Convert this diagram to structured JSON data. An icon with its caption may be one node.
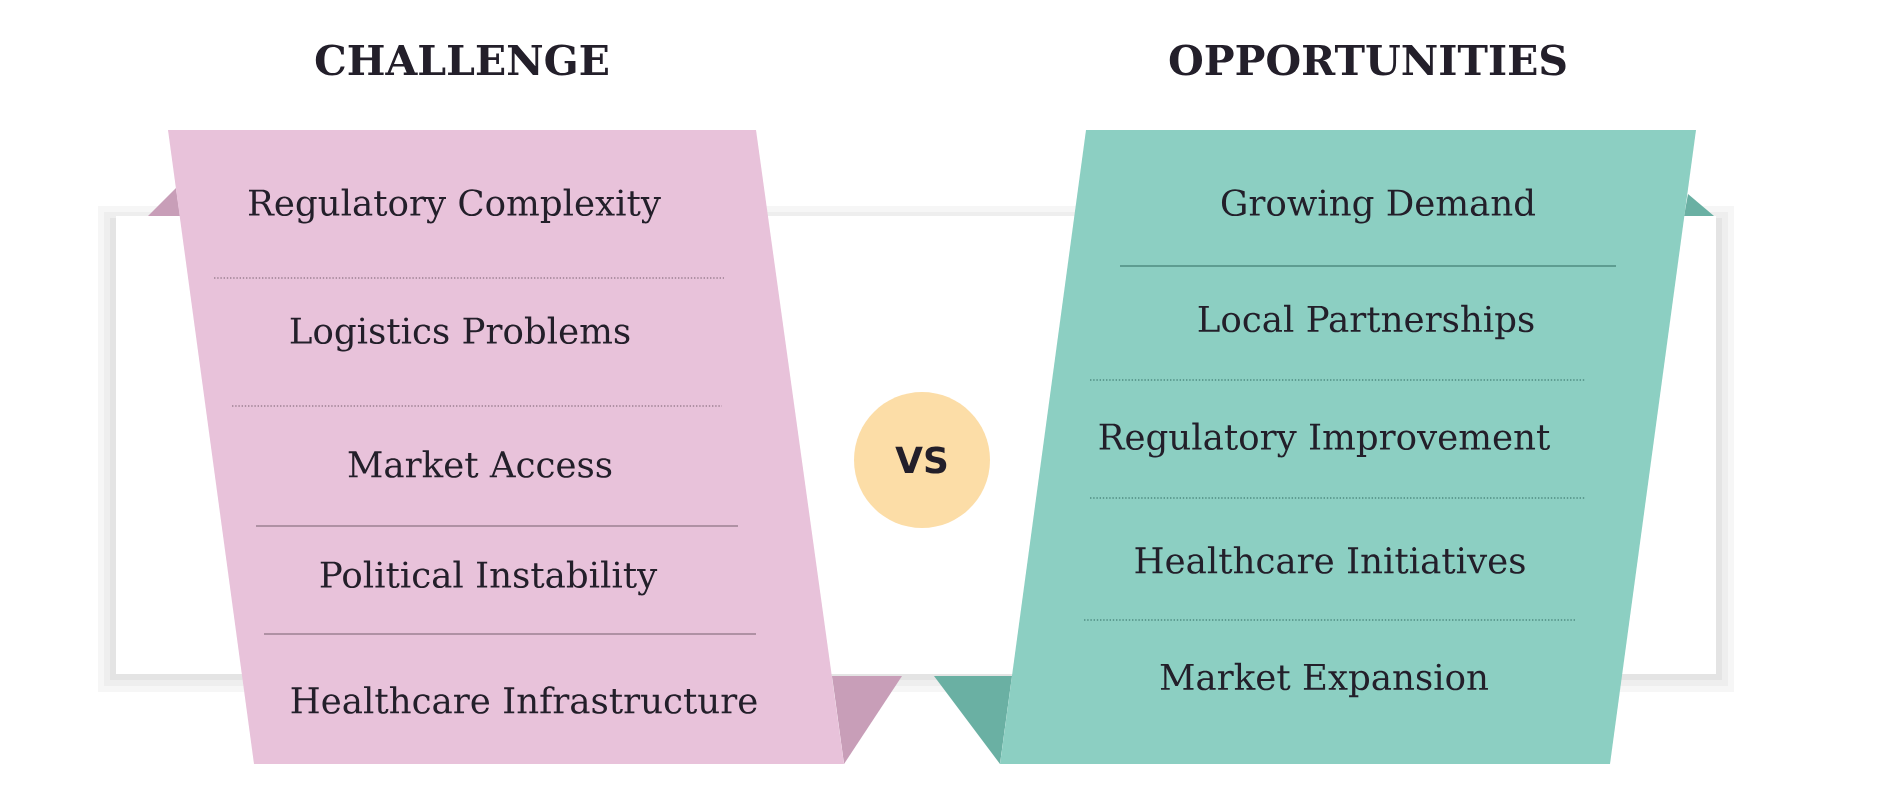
{
  "diagram": {
    "nodes": [
      {
        "text": [
          "CHALLENGE",
          "Regulatory Complexity",
          "Logistics Problems",
          "Market Access",
          "Political Instability",
          "Healthcare Infrastructure"
        ]
      },
      {
        "text": [
          "VS"
        ]
      },
      {
        "text": [
          "OPPORTUNITIES",
          "Growing Demand",
          "Local Partnerships",
          "Regulatory Improvement",
          "Healthcare Initiatives",
          "Market Expansion"
        ]
      }
    ]
  }
}
